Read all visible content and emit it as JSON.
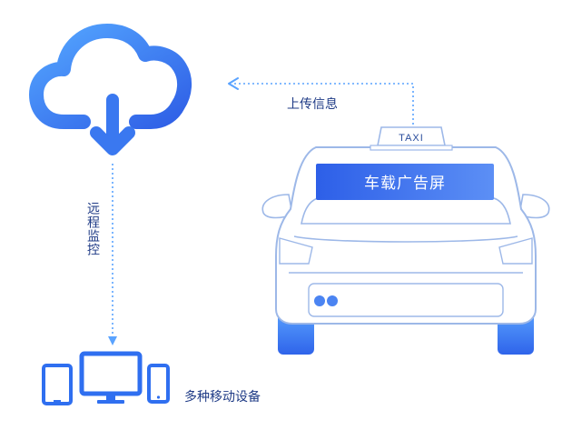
{
  "labels": {
    "upload": "上传信息",
    "remote_monitor": "远程监控",
    "devices": "多种移动设备",
    "taxi_sign": "TAXI",
    "ad_screen": "车载广告屏"
  },
  "colors": {
    "primary": "#2f6ff0",
    "light": "#5aa3ff",
    "text": "#1f3b86",
    "outline": "#9db8e8"
  },
  "icons": [
    "cloud-download-icon",
    "tablet-icon",
    "monitor-icon",
    "phone-icon",
    "taxi-icon"
  ]
}
